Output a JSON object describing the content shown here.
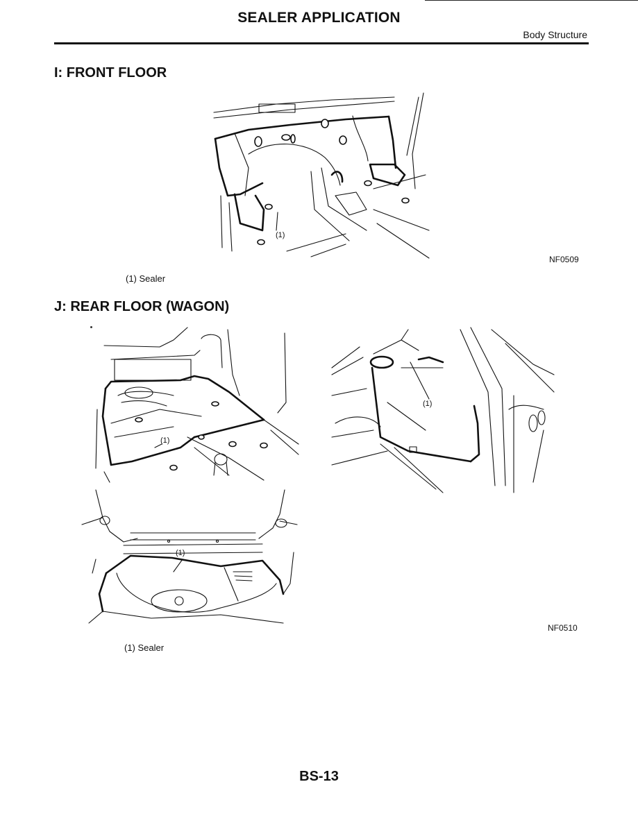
{
  "header": {
    "title": "SEALER APPLICATION",
    "chapter": "Body Structure"
  },
  "section_i": {
    "title": "I:  FRONT FLOOR",
    "callout": "(1)",
    "figure_code": "NF0509",
    "legend": "(1)  Sealer"
  },
  "section_j": {
    "title": "J:  REAR FLOOR (WAGON)",
    "callouts": [
      "(1)",
      "(1)",
      "(1)"
    ],
    "figure_code": "NF0510",
    "legend": "(1)  Sealer"
  },
  "footer": {
    "page_number": "BS-13"
  }
}
